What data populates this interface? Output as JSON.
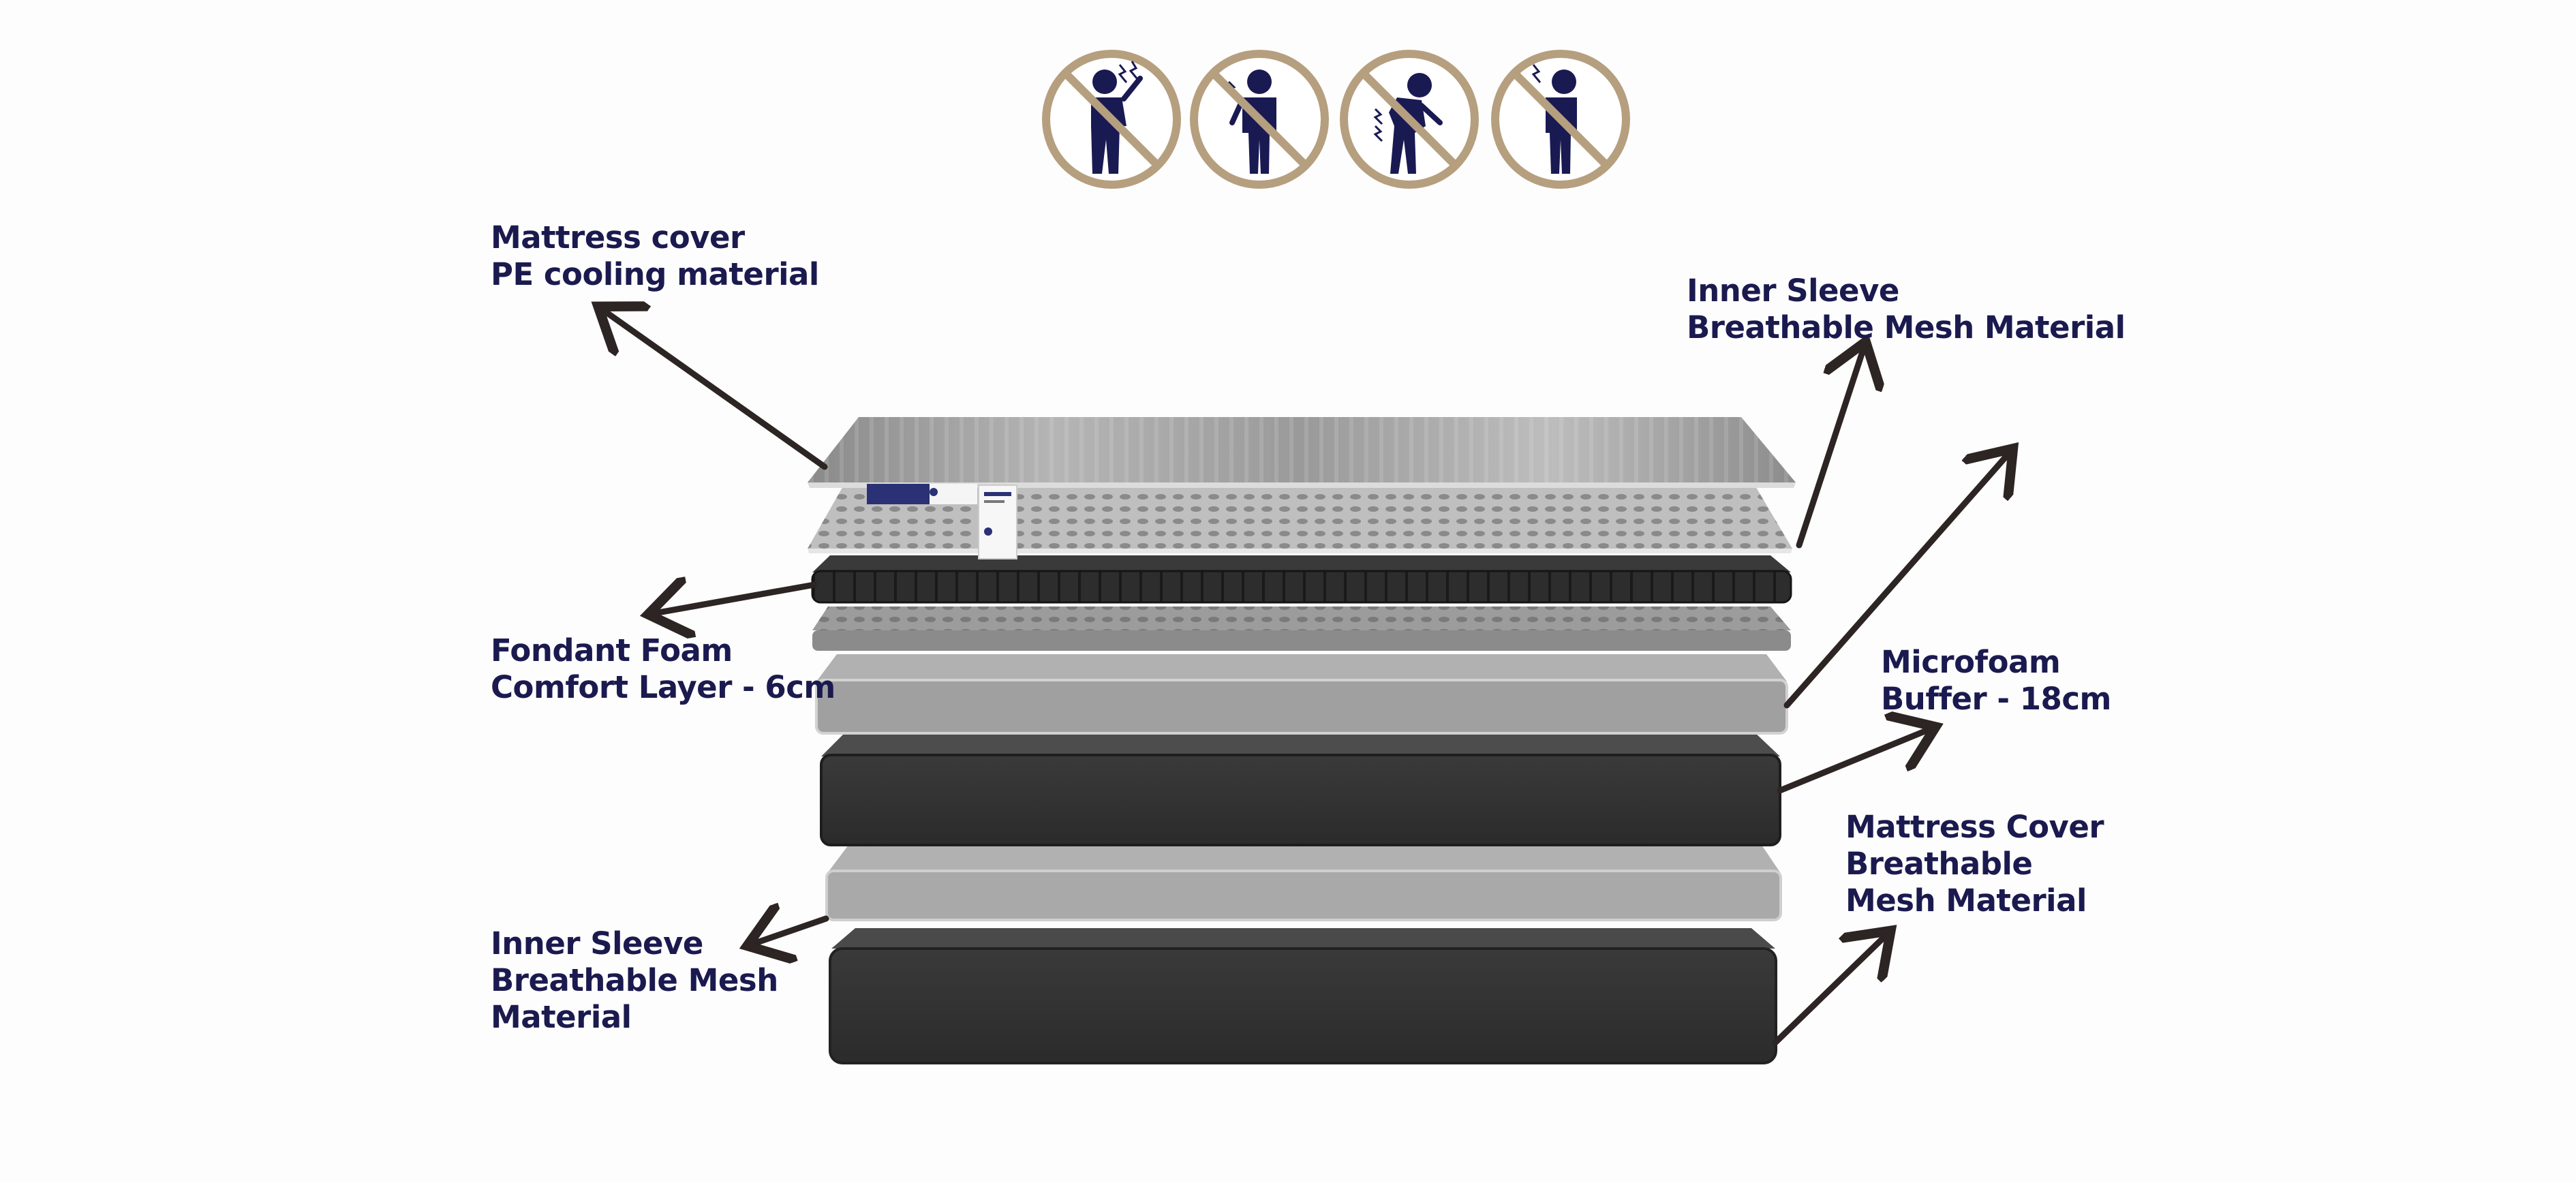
{
  "icons": [
    {
      "name": "no-neck-pain-icon"
    },
    {
      "name": "no-shoulder-pain-icon"
    },
    {
      "name": "no-back-pain-icon"
    },
    {
      "name": "no-chest-pain-icon"
    }
  ],
  "colors": {
    "label_text": "#1b1a4f",
    "arrow": "#2c2523",
    "icon_ring": "#b59f7e",
    "figure": "#191a52",
    "dark_layer": "#3d3d3d",
    "brand_tag": "#2a3175"
  },
  "labels": {
    "top_left": [
      "Mattress cover",
      "PE cooling material"
    ],
    "top_right": [
      "Inner Sleeve",
      "Breathable Mesh Material"
    ],
    "mid_left": [
      "Fondant Foam",
      "Comfort Layer - 6cm"
    ],
    "mid_right": [
      "Microfoam",
      "Buffer - 18cm"
    ],
    "bottom_right": [
      "Mattress Cover",
      "Breathable",
      "Mesh Material"
    ],
    "bottom_left": [
      "Inner Sleeve",
      "Breathable Mesh",
      "Material"
    ]
  }
}
